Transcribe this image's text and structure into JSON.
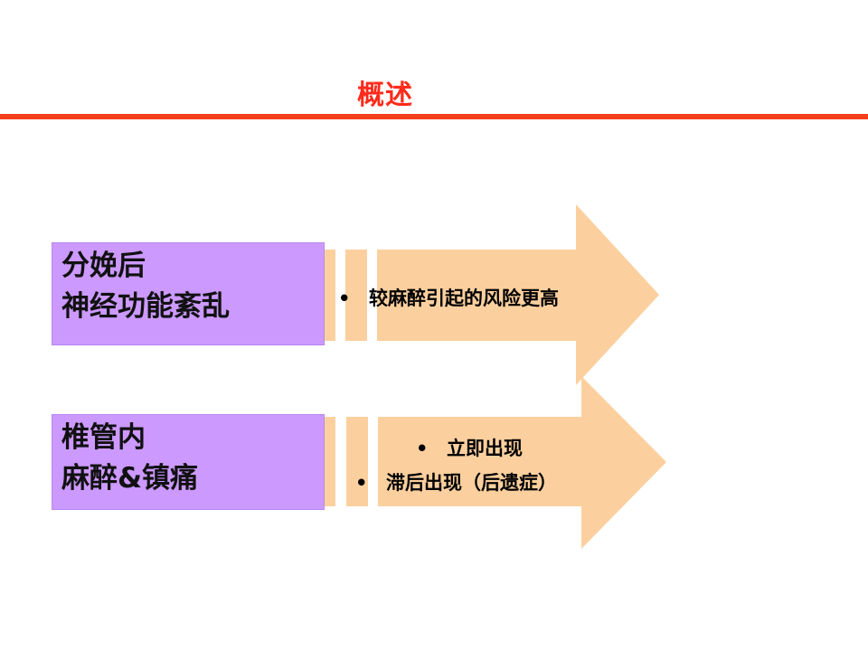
{
  "slide": {
    "title": "概述",
    "accent_color": "#f53f1b",
    "title_color": "#ff2a1a"
  },
  "rows": [
    {
      "label_lines": [
        "分娩后",
        "神经功能紊乱"
      ],
      "label_bg": "#cc99ff",
      "arrow_color": "#fcd09e",
      "bullets": [
        "较麻醉引起的风险更高"
      ]
    },
    {
      "label_lines": [
        "椎管内",
        "麻醉&镇痛"
      ],
      "label_bg": "#cc99ff",
      "arrow_color": "#fcd09e",
      "bullets": [
        "立即出现",
        "滞后出现（后遗症）"
      ]
    }
  ],
  "bullet_glyph": "•"
}
